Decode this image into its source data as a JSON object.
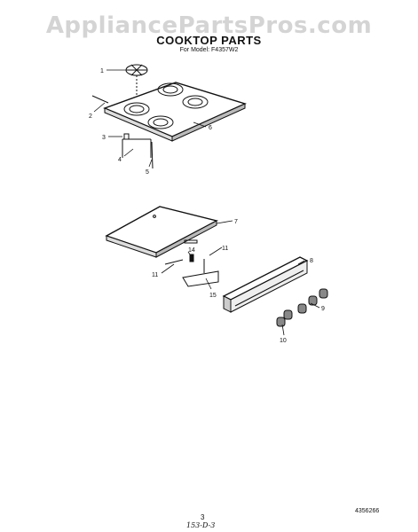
{
  "watermark": "AppliancePartsPros.com",
  "header": {
    "title": "COOKTOP PARTS",
    "subtitle": "For Model: F4357W2"
  },
  "callouts": {
    "c1": "1",
    "c2": "2",
    "c3": "3",
    "c4": "4",
    "c5": "5",
    "c6": "6",
    "c7": "7",
    "c8": "8",
    "c9": "9",
    "c10": "10",
    "c11a": "11",
    "c11b": "11",
    "c14": "14",
    "c15": "15"
  },
  "footer": {
    "page_number": "3",
    "doc_number": "4356266",
    "handwritten": "153-D-3"
  },
  "colors": {
    "line": "#111111",
    "watermark": "#a0a0a0"
  }
}
